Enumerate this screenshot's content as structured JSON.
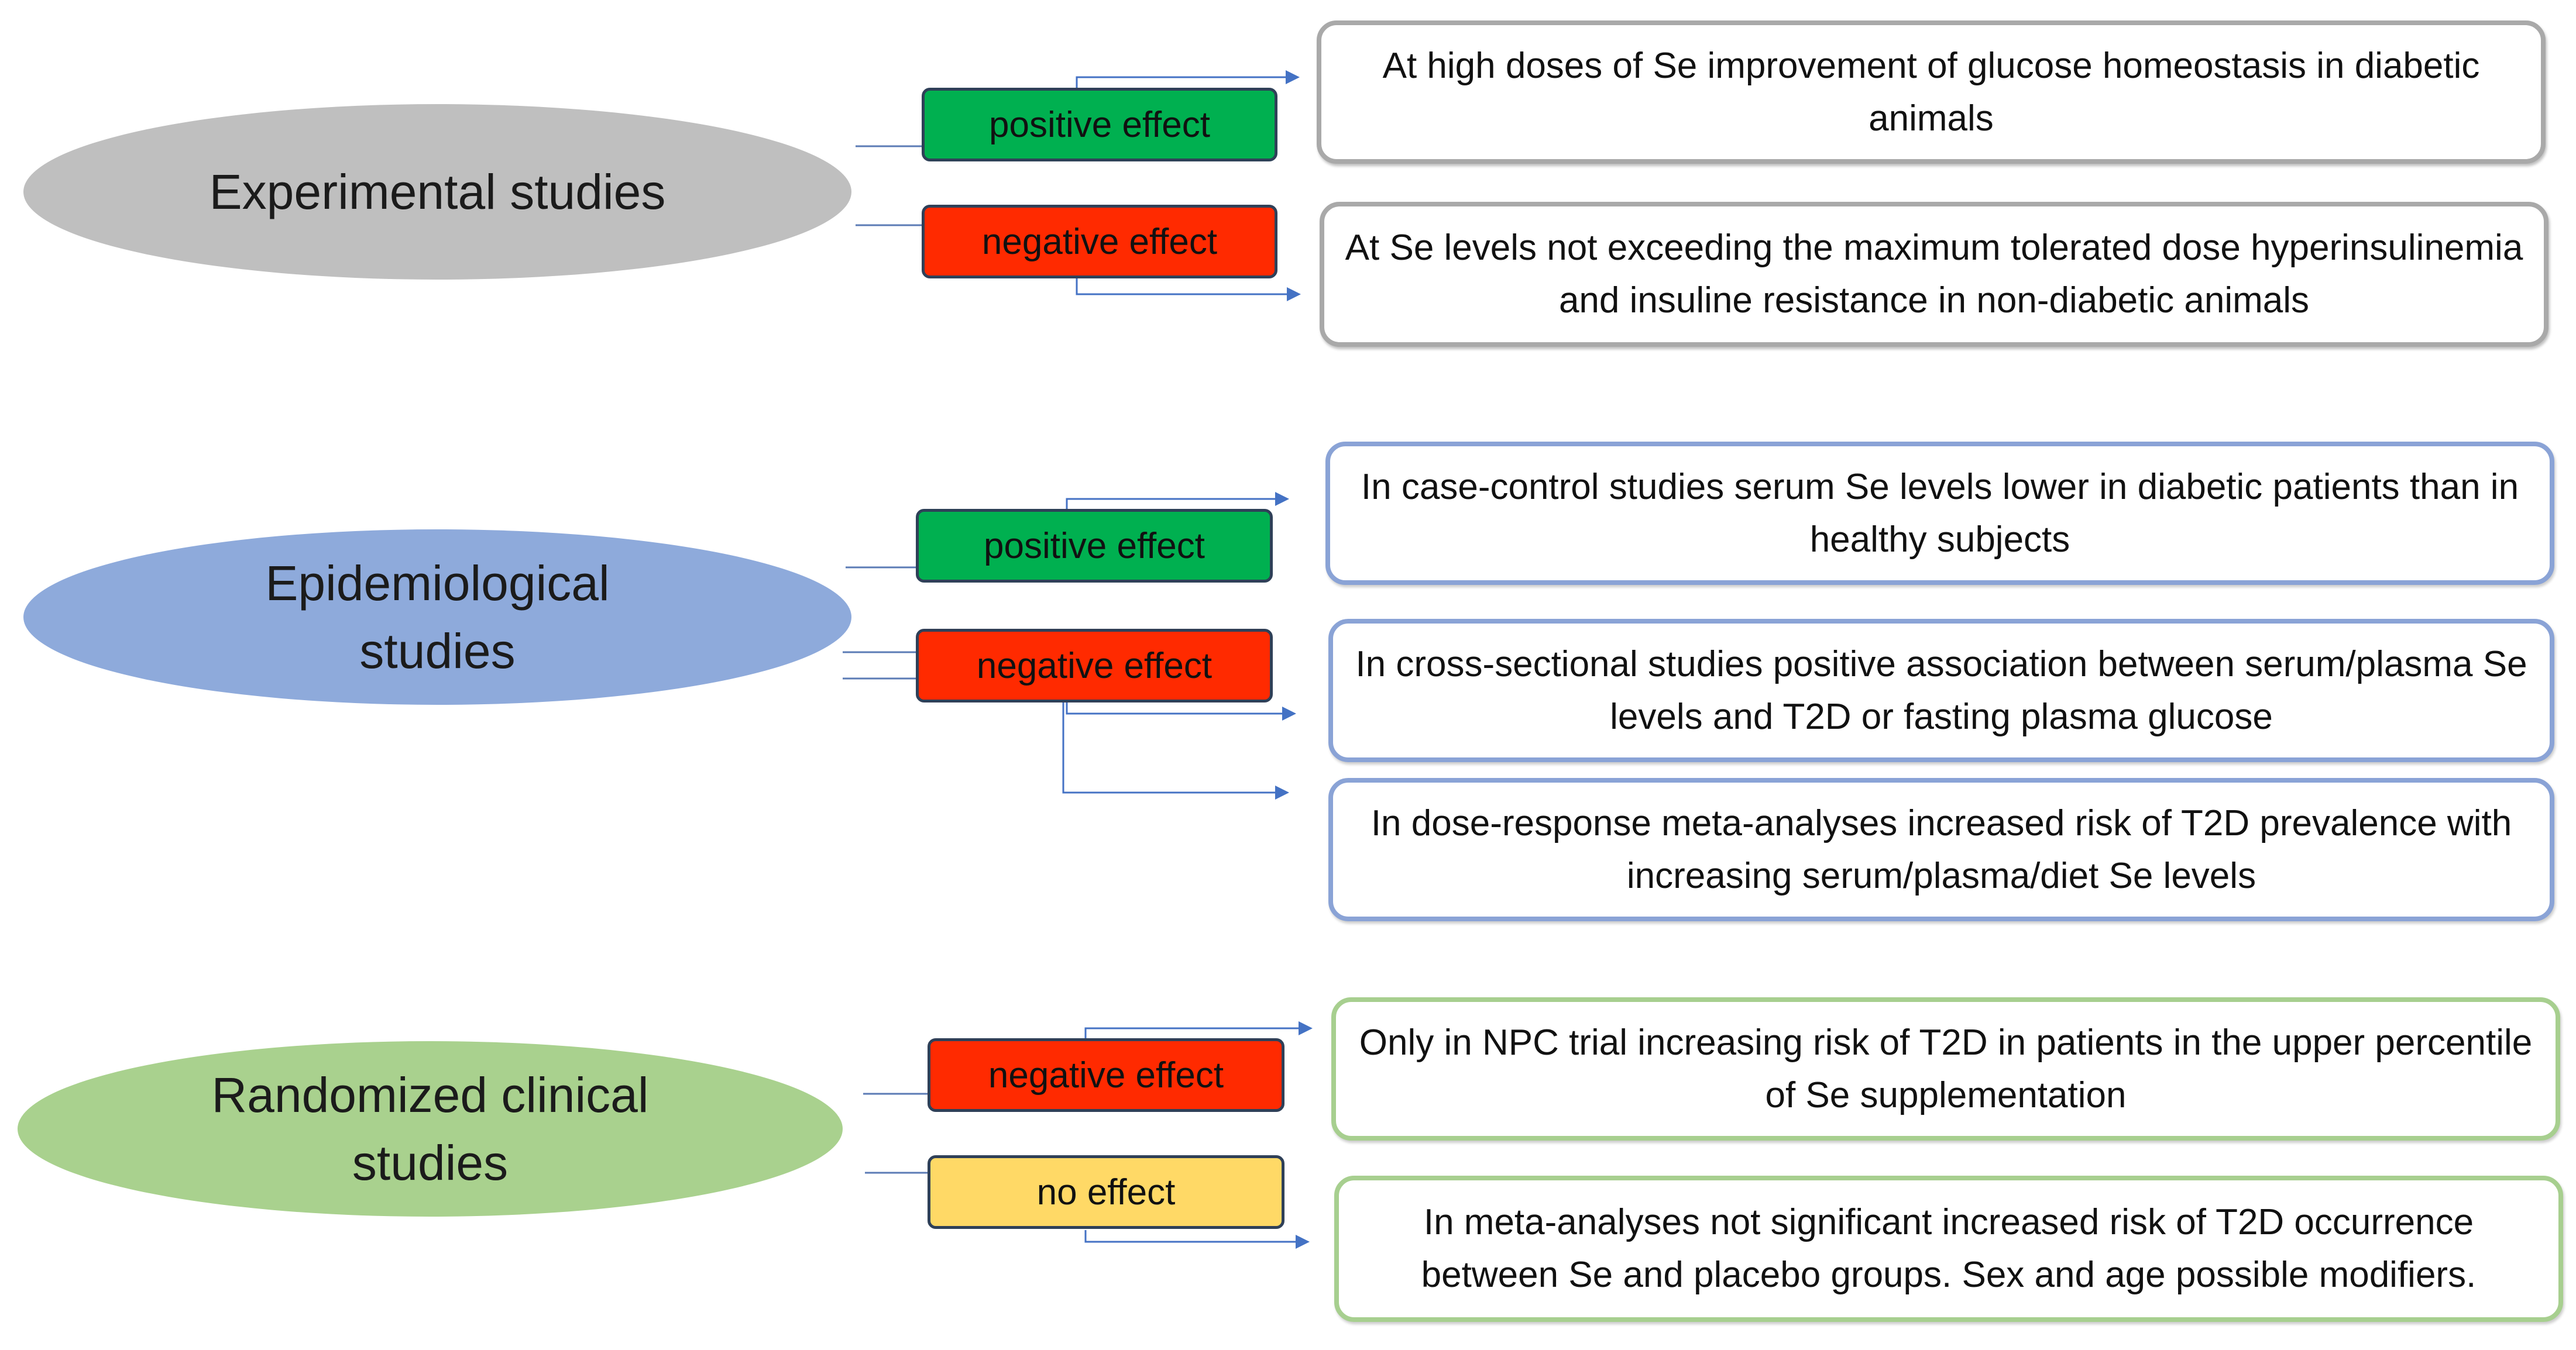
{
  "colors": {
    "experimental_ellipse": "#bfbfbf",
    "epidemiological_ellipse": "#8eaadb",
    "clinical_ellipse": "#a9d18e",
    "positive": "#00b050",
    "negative": "#ff2a00",
    "no_effect": "#ffd966",
    "connector": "#4472c4",
    "stub_line": "#5b7bb5"
  },
  "groups": [
    {
      "title": "Experimental studies",
      "effects": [
        {
          "label": "positive effect",
          "kind": "positive"
        },
        {
          "label": "negative effect",
          "kind": "negative"
        }
      ],
      "findings": [
        "At high doses of Se improvement of glucose homeostasis in diabetic animals",
        "At Se levels not exceeding the maximum tolerated dose hyperinsulinemia and insuline resistance in non-diabetic animals"
      ]
    },
    {
      "title": "Epidemiological studies",
      "effects": [
        {
          "label": "positive effect",
          "kind": "positive"
        },
        {
          "label": "negative effect",
          "kind": "negative"
        }
      ],
      "findings": [
        "In case-control studies serum Se levels lower in diabetic patients than in healthy subjects",
        "In cross-sectional studies positive association between serum/plasma Se levels and T2D or fasting plasma glucose",
        "In dose-response meta-analyses increased risk of T2D prevalence with increasing serum/plasma/diet Se levels"
      ]
    },
    {
      "title": "Randomized clinical studies",
      "effects": [
        {
          "label": "negative effect",
          "kind": "negative"
        },
        {
          "label": "no effect",
          "kind": "no_effect"
        }
      ],
      "findings": [
        "Only in NPC trial increasing risk of T2D in patients in the upper percentile of Se supplementation",
        "In meta-analyses not significant increased risk of T2D occurrence between Se and placebo groups. Sex and age possible modifiers."
      ]
    }
  ]
}
